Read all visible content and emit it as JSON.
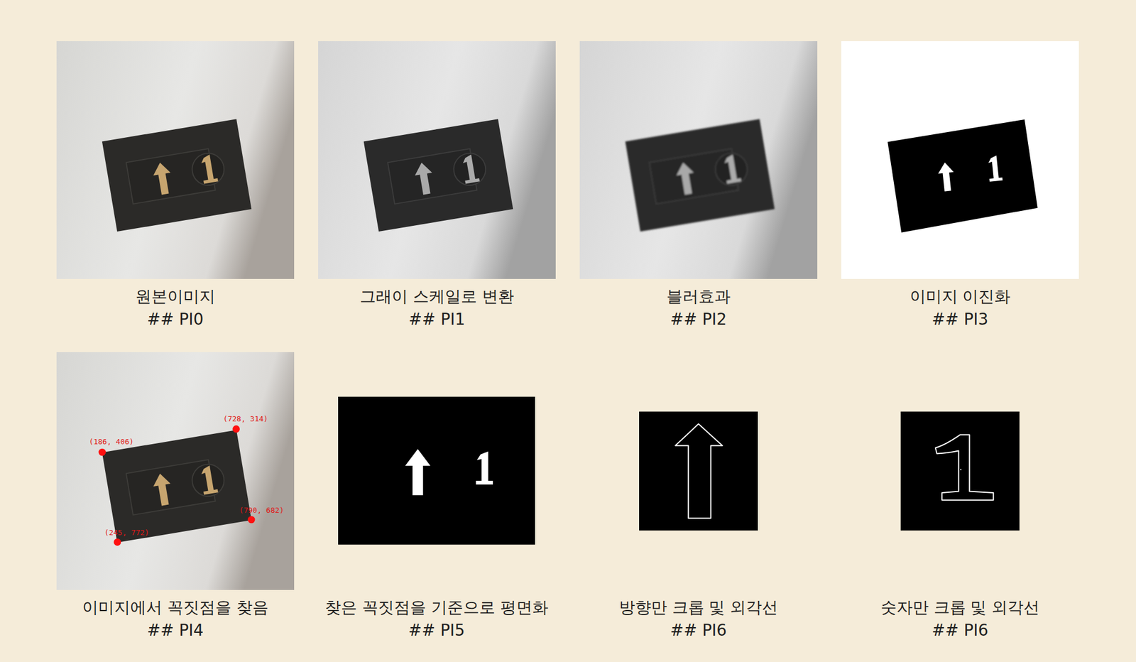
{
  "diagram": {
    "nodes": [
      {
        "text": [
          "원본이미지",
          "## PI0"
        ]
      },
      {
        "text": [
          "그래이 스케일로 변환",
          "## PI1"
        ]
      },
      {
        "text": [
          "블러효과",
          "## PI2"
        ]
      },
      {
        "text": [
          "이미지 이진화",
          "## PI3"
        ]
      },
      {
        "text": [
          "이미지에서 꼭짓점을 찾음",
          "## PI4"
        ]
      },
      {
        "text": [
          "찾은 꼭짓점을 기준으로 평면화",
          "## PI5"
        ]
      },
      {
        "text": [
          "방향만 크롭 및 외각선",
          "## PI6"
        ]
      },
      {
        "text": [
          "숫자만 크롭 및 외각선",
          "## PI6"
        ]
      }
    ],
    "labels": [
      "(186, 406)",
      "(728, 314)",
      "(790, 682)",
      "(245, 772)"
    ]
  }
}
